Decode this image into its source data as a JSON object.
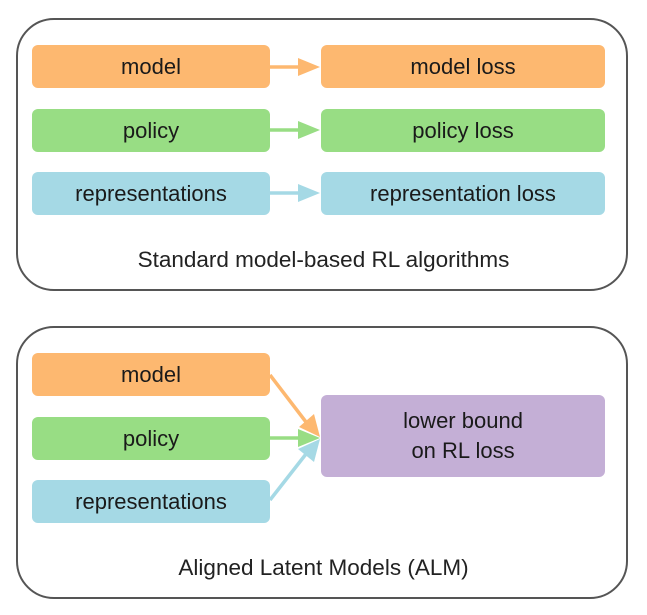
{
  "standard": {
    "inputs": [
      "model",
      "policy",
      "representations"
    ],
    "outputs": [
      "model loss",
      "policy loss",
      "representation loss"
    ],
    "caption": "Standard model-based RL algorithms"
  },
  "alm": {
    "inputs": [
      "model",
      "policy",
      "representations"
    ],
    "target": {
      "line1": "lower bound",
      "line2": "on RL loss"
    },
    "caption": "Aligned Latent Models (ALM)"
  },
  "colors": {
    "orange": "#fdb870",
    "green": "#98dd84",
    "blue": "#a5d9e5",
    "purple": "#c4afd6",
    "border": "#555555"
  }
}
